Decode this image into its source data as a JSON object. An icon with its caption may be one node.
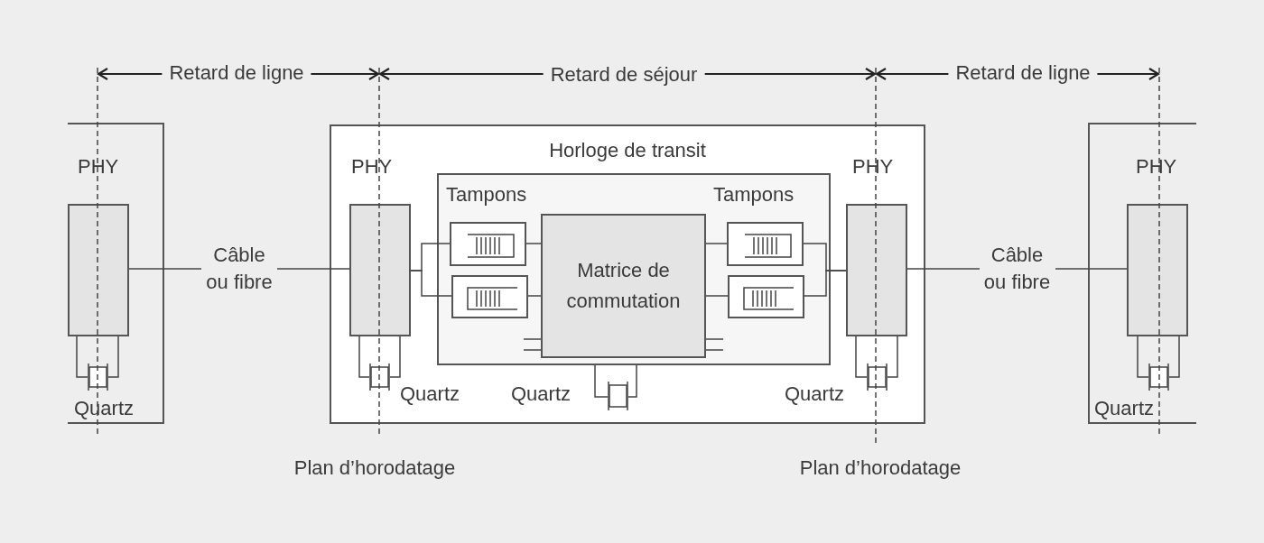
{
  "diagram": {
    "nodes": [
      {
        "text": [],
        "shape": "box"
      },
      {
        "text": [
          "PHY"
        ],
        "in": 0
      },
      {
        "text": [
          "Quartz"
        ],
        "in": 0
      },
      {
        "text": [
          "Horloge de transit"
        ]
      },
      {
        "text": [
          "PHY"
        ],
        "in": 3
      },
      {
        "text": [
          "Quartz"
        ],
        "in": 3
      },
      {
        "text": [],
        "shape": "box",
        "in": 3
      },
      {
        "text": [],
        "shape": "box",
        "in": 6
      },
      {
        "text": [],
        "shape": "box",
        "in": 6
      },
      {
        "text": [
          "Matrice de commutation"
        ],
        "in": 6
      },
      {
        "text": [],
        "shape": "box",
        "in": 6
      },
      {
        "text": [],
        "shape": "box",
        "in": 6
      },
      {
        "text": [
          "PHY"
        ],
        "in": 3
      },
      {
        "text": [
          "Quartz"
        ],
        "in": 3
      },
      {
        "text": [
          "Quartz"
        ],
        "in": 3
      },
      {
        "text": [],
        "shape": "box"
      },
      {
        "text": [
          "PHY"
        ],
        "in": 15
      },
      {
        "text": [
          "Quartz"
        ],
        "in": 15
      }
    ],
    "edges": [
      {
        "from": 1,
        "to": 4,
        "arrow": "none",
        "label": "Câble ou fibre"
      },
      {
        "from": 4,
        "to": 7,
        "arrow": "none"
      },
      {
        "from": 4,
        "to": 8,
        "arrow": "none"
      },
      {
        "from": 7,
        "to": 9,
        "arrow": "none"
      },
      {
        "from": 8,
        "to": 9,
        "arrow": "none"
      },
      {
        "from": 9,
        "to": 10,
        "arrow": "none"
      },
      {
        "from": 9,
        "to": 11,
        "arrow": "none"
      },
      {
        "from": 10,
        "to": 12,
        "arrow": "none"
      },
      {
        "from": 11,
        "to": 12,
        "arrow": "none"
      },
      {
        "from": 12,
        "to": 16,
        "arrow": "none",
        "label": "Câble ou fibre"
      },
      {
        "from": 1,
        "to": 2,
        "arrow": "none"
      },
      {
        "from": 1,
        "to": 2,
        "arrow": "none"
      },
      {
        "from": 4,
        "to": 5,
        "arrow": "none"
      },
      {
        "from": 4,
        "to": 5,
        "arrow": "none"
      },
      {
        "from": 6,
        "to": 14,
        "arrow": "none"
      },
      {
        "from": 6,
        "to": 14,
        "arrow": "none"
      },
      {
        "from": 12,
        "to": 13,
        "arrow": "none"
      },
      {
        "from": 12,
        "to": 13,
        "arrow": "none"
      },
      {
        "from": 16,
        "to": 17,
        "arrow": "none"
      },
      {
        "from": 16,
        "to": 17,
        "arrow": "none"
      }
    ],
    "labels": [
      "Retard de ligne",
      "Retard de séjour",
      "Retard de ligne",
      "Tampons",
      "Tampons",
      "Plan d’horodatage",
      "Plan d’horodatage"
    ]
  }
}
